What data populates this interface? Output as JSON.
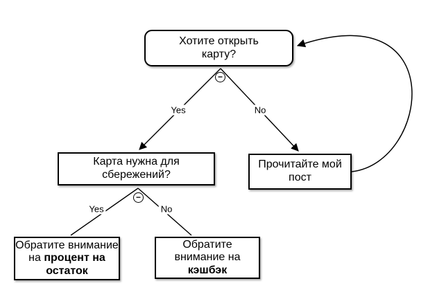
{
  "diagram": {
    "nodes": {
      "root": {
        "line1": "Хотите открыть",
        "line2": "карту?"
      },
      "savings_question": {
        "line1": "Карта нужна для",
        "line2": "сбережений?"
      },
      "read_post": {
        "line1": "Прочитайте мой",
        "line2": "пост"
      },
      "interest": {
        "line1": "Обратите внимание",
        "line2_normal": "на ",
        "line2_bold": "процент на",
        "line3_bold": "остаток"
      },
      "cashback": {
        "line1": "Обратите",
        "line2": "внимание на",
        "line3_bold": "кэшбэк"
      }
    },
    "edge_labels": {
      "root_yes": "Yes",
      "root_no": "No",
      "savings_yes": "Yes",
      "savings_no": "No"
    },
    "icons": {
      "collapse_glyph": "−"
    },
    "colors": {
      "line": "#000000",
      "node_border": "#000000",
      "node_fill": "#ffffff",
      "text": "#000000",
      "background": "#ffffff"
    }
  }
}
